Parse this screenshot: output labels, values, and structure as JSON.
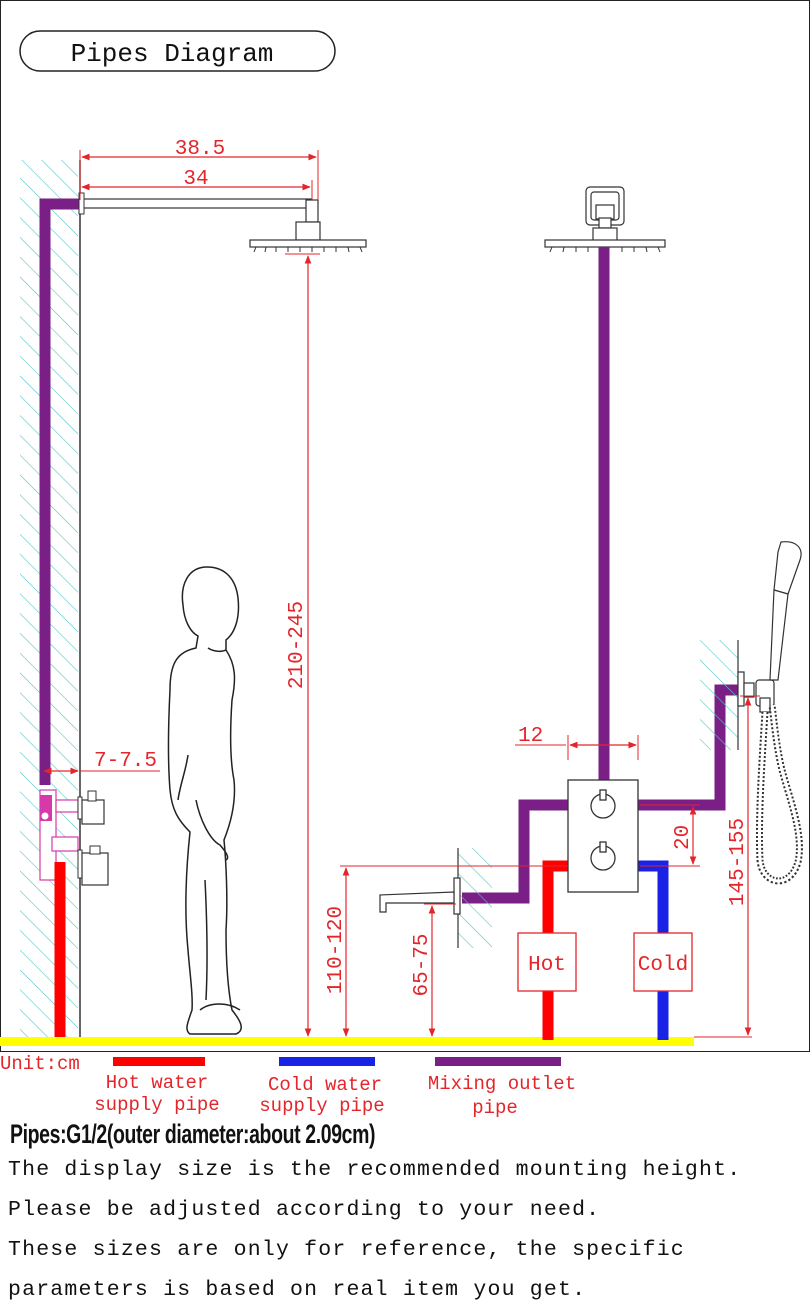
{
  "title": "Pipes Diagram",
  "dimensions": {
    "arm_total": "38.5",
    "arm_length": "34",
    "shower_height": "210-245",
    "wall_depth": "7-7.5",
    "valve_spacing": "12",
    "valve_gap": "20",
    "handshower_height": "145-155",
    "mixer_height": "110-120",
    "spout_height": "65-75"
  },
  "labels": {
    "hot": "Hot",
    "cold": "Cold"
  },
  "legend": {
    "unit": "Unit:cm",
    "hot_line1": "Hot water",
    "hot_line2": "supply pipe",
    "cold_line1": "Cold water",
    "cold_line2": "supply pipe",
    "mix_line1": "Mixing outlet",
    "mix_line2": "pipe"
  },
  "notes": {
    "pipes_spec": "Pipes:G1/2(outer diameter:about 2.09cm)",
    "line1": "The display size is the recommended mounting height.",
    "line2": "Please be adjusted according to your need.",
    "line3": "These sizes are only for reference, the specific",
    "line4": "parameters is based on real item you get."
  },
  "colors": {
    "hot": "#ff0000",
    "cold": "#1a22e6",
    "mix": "#7a1f86",
    "floor": "#ffff00",
    "dimension": "#e3262b",
    "hatch": "#56c5c8"
  }
}
